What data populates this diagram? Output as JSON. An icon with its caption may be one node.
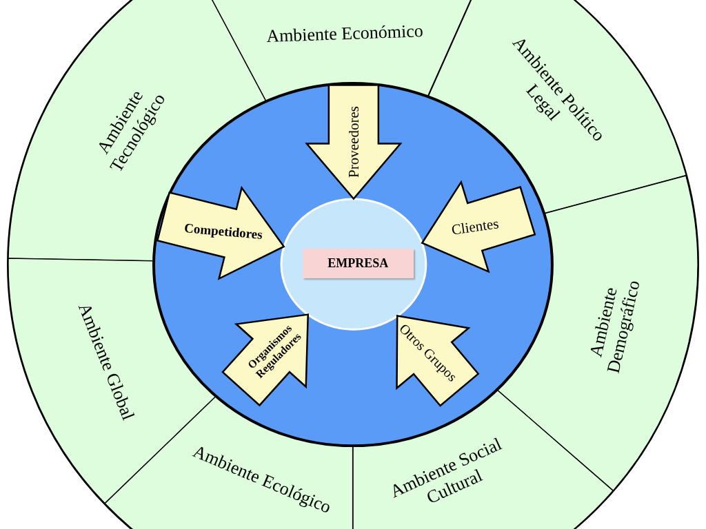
{
  "diagram": {
    "nodes": [
      {
        "text": [
          "Ambiente Económico"
        ]
      },
      {
        "text": [
          "Ambiente Tecnológico"
        ]
      },
      {
        "text": [
          "Ambiente Político Legal"
        ]
      },
      {
        "text": [
          "Ambiente Demográfico"
        ]
      },
      {
        "text": [
          "Ambiente Global"
        ]
      },
      {
        "text": [
          "Ambiente Ecológico"
        ]
      },
      {
        "text": [
          "Ambiente Social Cultural"
        ]
      },
      {
        "text": [],
        "shape": "circle"
      },
      {
        "text": [],
        "shape": "circle",
        "in": 7
      },
      {
        "text": [
          "EMPRESA"
        ],
        "in": 8
      }
    ],
    "edges": [
      {
        "from": null,
        "to": 8,
        "arrow": "to",
        "label": "Proveedores"
      },
      {
        "from": null,
        "to": 8,
        "arrow": "to",
        "label": "Competidores"
      },
      {
        "from": null,
        "to": 8,
        "arrow": "to",
        "label": "Clientes"
      },
      {
        "from": null,
        "to": 8,
        "arrow": "to",
        "label": "Organismos Reguladores"
      },
      {
        "from": null,
        "to": 8,
        "arrow": "to",
        "label": "Otros Grupos"
      }
    ]
  }
}
